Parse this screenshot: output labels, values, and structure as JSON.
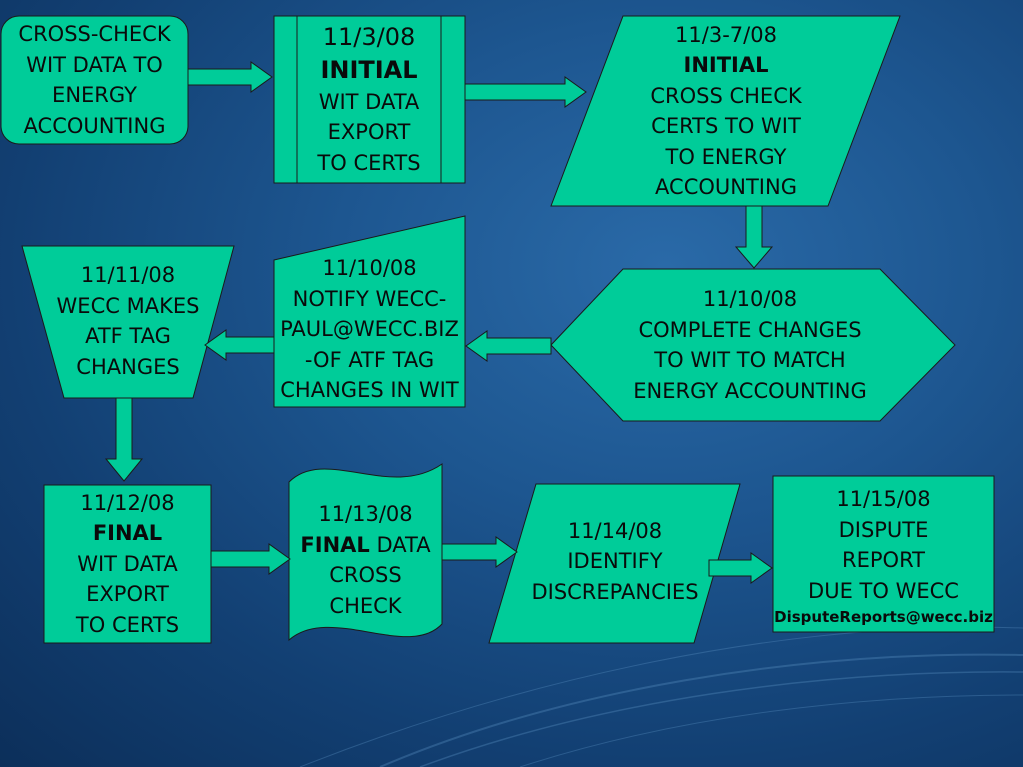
{
  "colors": {
    "fill": "#00cc99",
    "stroke": "#1a1a1a",
    "text": "#0a0a0a"
  },
  "nodes": {
    "crosscheck": {
      "l1": "CROSS-CHECK",
      "l2": "WIT DATA TO",
      "l3": "ENERGY",
      "l4": "ACCOUNTING"
    },
    "initial_export": {
      "date": "11/3/08",
      "bold": "INITIAL",
      "l3": "WIT DATA",
      "l4": "EXPORT",
      "l5": "TO CERTS"
    },
    "initial_crosscheck": {
      "date": "11/3-7/08",
      "bold": "INITIAL",
      "l3": "CROSS CHECK",
      "l4": "CERTS TO WIT",
      "l5": "TO ENERGY",
      "l6": "ACCOUNTING"
    },
    "complete_changes": {
      "date": "11/10/08",
      "l2": "COMPLETE CHANGES",
      "l3": "TO WIT TO MATCH",
      "l4": "ENERGY ACCOUNTING"
    },
    "notify": {
      "date": "11/10/08",
      "l2": "NOTIFY WECC-",
      "l3": "PAUL@WECC.BIZ",
      "l4": "-OF ATF TAG",
      "l5": "CHANGES IN WIT"
    },
    "wecc_changes": {
      "date": "11/11/08",
      "l2": "WECC MAKES",
      "l3": "ATF TAG",
      "l4": "CHANGES"
    },
    "final_export": {
      "date": "11/12/08",
      "bold": "FINAL",
      "l3": "WIT DATA",
      "l4": "EXPORT",
      "l5": "TO CERTS"
    },
    "final_crosscheck": {
      "date": "11/13/08",
      "bold": "FINAL",
      "rest": " DATA",
      "l3": "CROSS",
      "l4": "CHECK"
    },
    "discrepancies": {
      "date": "11/14/08",
      "l2": "IDENTIFY",
      "l3": "DISCREPANCIES"
    },
    "dispute": {
      "date": "11/15/08",
      "l2": "DISPUTE",
      "l3": "REPORT",
      "l4": "DUE TO WECC",
      "email": "DisputeReports@wecc.biz"
    }
  }
}
